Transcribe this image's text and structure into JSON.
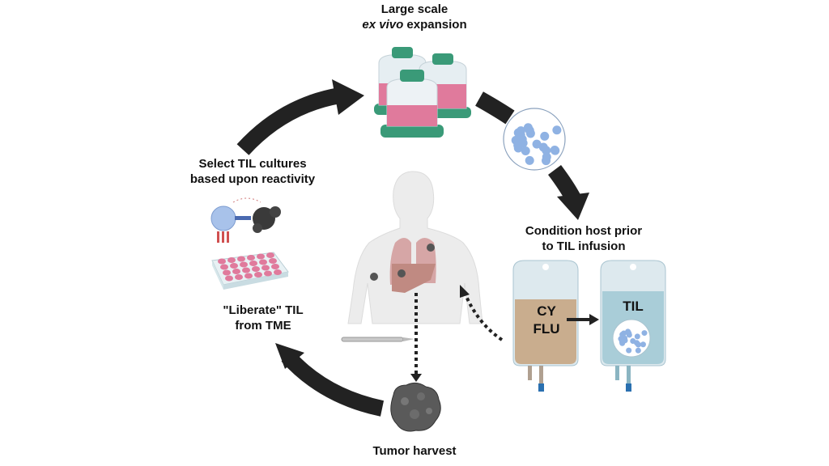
{
  "title": "TIL therapy workflow",
  "steps": {
    "expansion": {
      "line1": "Large scale",
      "line2_italic": "ex vivo",
      "line2_rest": " expansion"
    },
    "condition": {
      "line1": "Condition host prior",
      "line2": "to TIL infusion"
    },
    "harvest": {
      "line1": "Tumor harvest"
    },
    "liberate": {
      "line1": "\"Liberate\" TIL",
      "line2": "from TME"
    },
    "select": {
      "line1": "Select TIL cultures",
      "line2": "based upon reactivity"
    }
  },
  "bags": {
    "chemo": {
      "line1": "CY",
      "line2": "FLU"
    },
    "til": {
      "line1": "TIL"
    }
  },
  "colors": {
    "arrow": "#222222",
    "flask_cap": "#3a9a78",
    "media_pink": "#e07a9c",
    "cell_blue": "#8fb2e3",
    "chemo_bag": "#c9ad8e",
    "til_bag": "#a9cdd8",
    "body": "#ececec",
    "organ": "#d6a6a6",
    "tumor": "#555555"
  }
}
